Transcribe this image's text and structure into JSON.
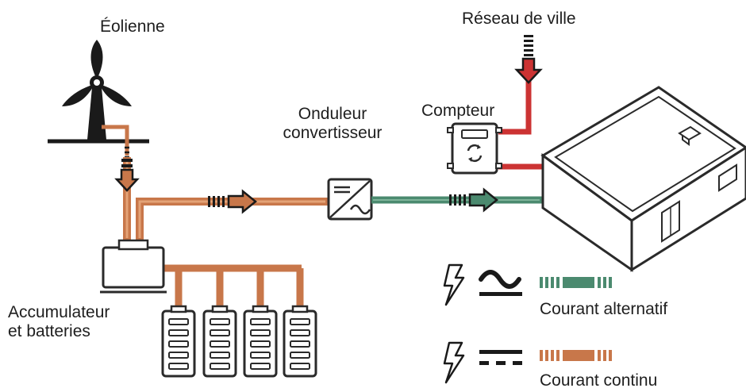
{
  "labels": {
    "eolienne": "Éolienne",
    "reseau": "Réseau de ville",
    "onduleur_line1": "Onduleur",
    "onduleur_line2": "convertisseur",
    "compteur": "Compteur",
    "accumulateur_line1": "Accumulateur",
    "accumulateur_line2": "et batteries"
  },
  "legend": {
    "alternating": "Courant alternatif",
    "direct": "Courant continu"
  },
  "colors": {
    "dc_line": "#c8774a",
    "ac_line": "#4b8a6f",
    "grid_line": "#cc3333",
    "outline": "#222222"
  },
  "icons": [
    "wind-turbine-icon",
    "inverter-icon",
    "meter-icon",
    "house-icon",
    "battery-icon",
    "lightning-icon",
    "ac-wave-icon",
    "dc-symbol-icon"
  ]
}
